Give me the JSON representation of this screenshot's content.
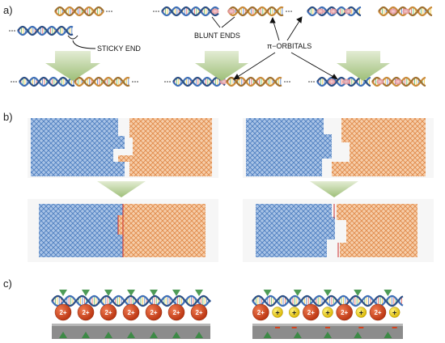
{
  "panels": {
    "a": {
      "label": "a)"
    },
    "b": {
      "label": "b)"
    },
    "c": {
      "label": "c)"
    }
  },
  "annotations": {
    "sticky_end": "STICKY END",
    "blunt_ends": "BLUNT ENDS",
    "pi_orbitals": "π−ORBITALS"
  },
  "ions": {
    "divalent_label": "2+",
    "monovalent_label": "+",
    "left_sequence": [
      "2+",
      "2+",
      "2+",
      "2+",
      "2+",
      "2+",
      "2+"
    ],
    "right_sequence": [
      "2+",
      "+",
      "+",
      "2+",
      "+",
      "2+",
      "+",
      "2+",
      "+"
    ]
  },
  "colors": {
    "blue_strand": "#3f6fb6",
    "orange_strand": "#c98a3a",
    "pi_orbital": "#e8a6ad",
    "arrow_green": "#b9cf9a",
    "origami_blue": "#8fb0d8",
    "origami_orange": "#f2b98d",
    "ion_red": "#d4421e",
    "ion_yellow": "#f2d21e",
    "surface_gray": "#8a8a8a"
  }
}
